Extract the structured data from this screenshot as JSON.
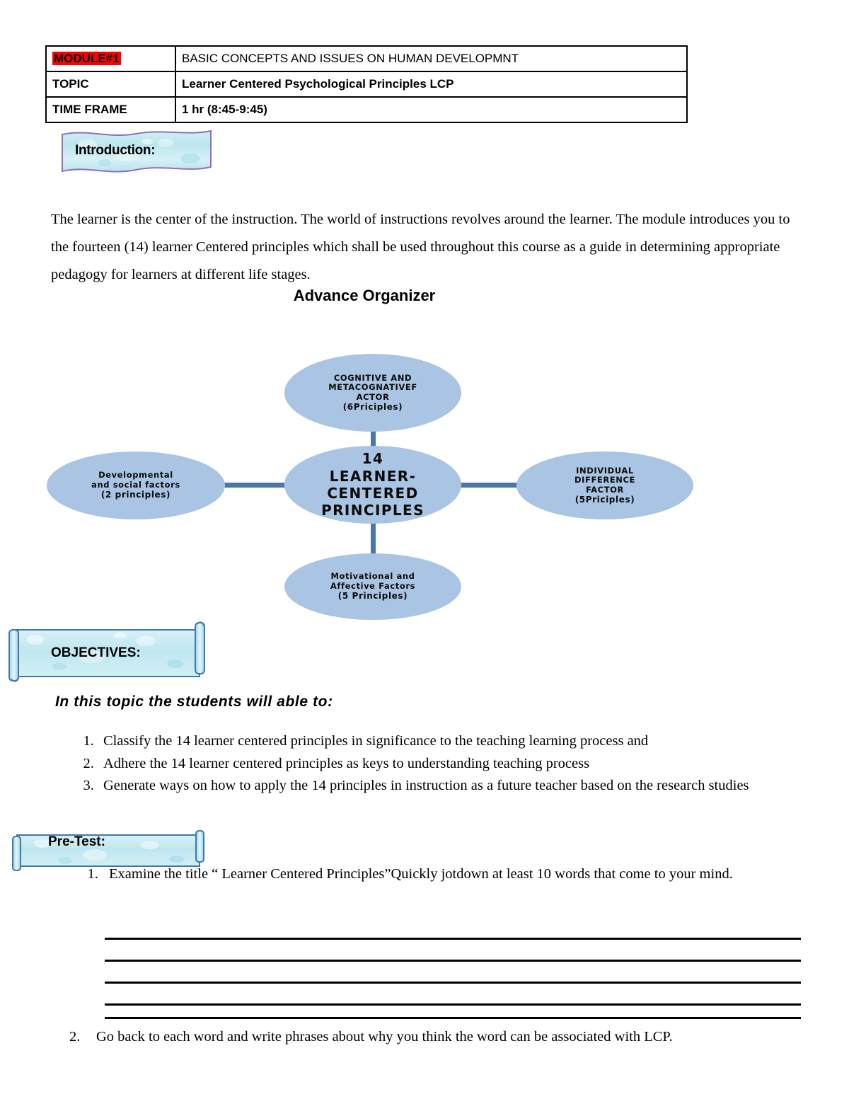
{
  "header_table": {
    "rows": [
      {
        "label": "MODULE#1",
        "label_highlight": "#ff0000",
        "value": "BASIC CONCEPTS AND ISSUES ON HUMAN DEVELOPMNT"
      },
      {
        "label": "TOPIC",
        "value": "Learner Centered Psychological  Principles LCP"
      },
      {
        "label": "TIME FRAME",
        "value": "1 hr (8:45-9:45)"
      }
    ]
  },
  "intro": {
    "banner_label": "Introduction:",
    "paragraph": "The learner is the center of the instruction. The world of instructions revolves around the learner. The module introduces you to the fourteen (14) learner Centered principles which shall be used throughout this course as a guide in determining appropriate pedagogy for learners at different life stages."
  },
  "advance_organizer": {
    "heading": "Advance Organizer",
    "nodes": {
      "top": {
        "line1": "COGNITIVE AND",
        "line2": "METACOGNATIVEF",
        "line3": "ACTOR",
        "count": "(6Priciples)"
      },
      "left": {
        "line1": "Developmental",
        "line2": "and social factors",
        "count": "(2 principles)"
      },
      "center": {
        "line1": "14",
        "line2": "LEARNER-",
        "line3": "CENTERED",
        "line4": "PRINCIPLES"
      },
      "right": {
        "line1": "INDIVIDUAL",
        "line2": "DIFFERENCE",
        "line3": "FACTOR",
        "count": "(5Priciples)"
      },
      "bottom": {
        "line1": "Motivational and",
        "line2": "Affective Factors",
        "count": "(5 Principles)"
      }
    },
    "node_fill": "#a9c5e3",
    "connector_color": "#4a77a8"
  },
  "objectives": {
    "banner_label": "OBJECTIVES:",
    "intro": "In this topic the students will able to:",
    "items": [
      "Classify the 14 learner centered principles in significance to the teaching learning process and",
      "Adhere the 14 learner centered principles as keys to understanding teaching process",
      "Generate ways on how to apply the 14 principles in instruction as a future teacher based on the research studies"
    ]
  },
  "pretest": {
    "banner_label": "Pre-Test:",
    "item1": "Examine the title “ Learner Centered Principles”Quickly jotdown at least 10 words that come to your mind.",
    "answer_lines": 5,
    "item2_number": "2.",
    "item2": "Go back to each word and write phrases about why you think the word can be associated with LCP."
  }
}
